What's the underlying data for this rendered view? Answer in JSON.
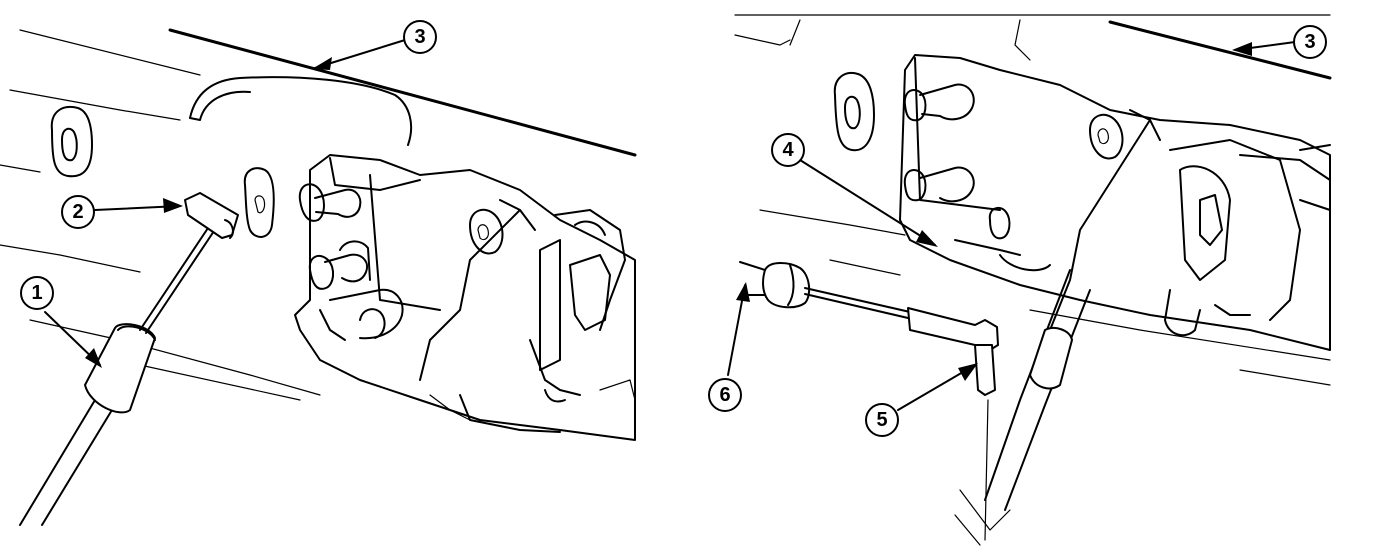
{
  "figure": {
    "left_panel": {
      "callouts": [
        {
          "id": "1",
          "label": "1"
        },
        {
          "id": "2",
          "label": "2"
        },
        {
          "id": "3",
          "label": "3"
        }
      ]
    },
    "right_panel": {
      "callouts": [
        {
          "id": "3",
          "label": "3"
        },
        {
          "id": "4",
          "label": "4"
        },
        {
          "id": "5",
          "label": "5"
        },
        {
          "id": "6",
          "label": "6"
        }
      ]
    }
  }
}
